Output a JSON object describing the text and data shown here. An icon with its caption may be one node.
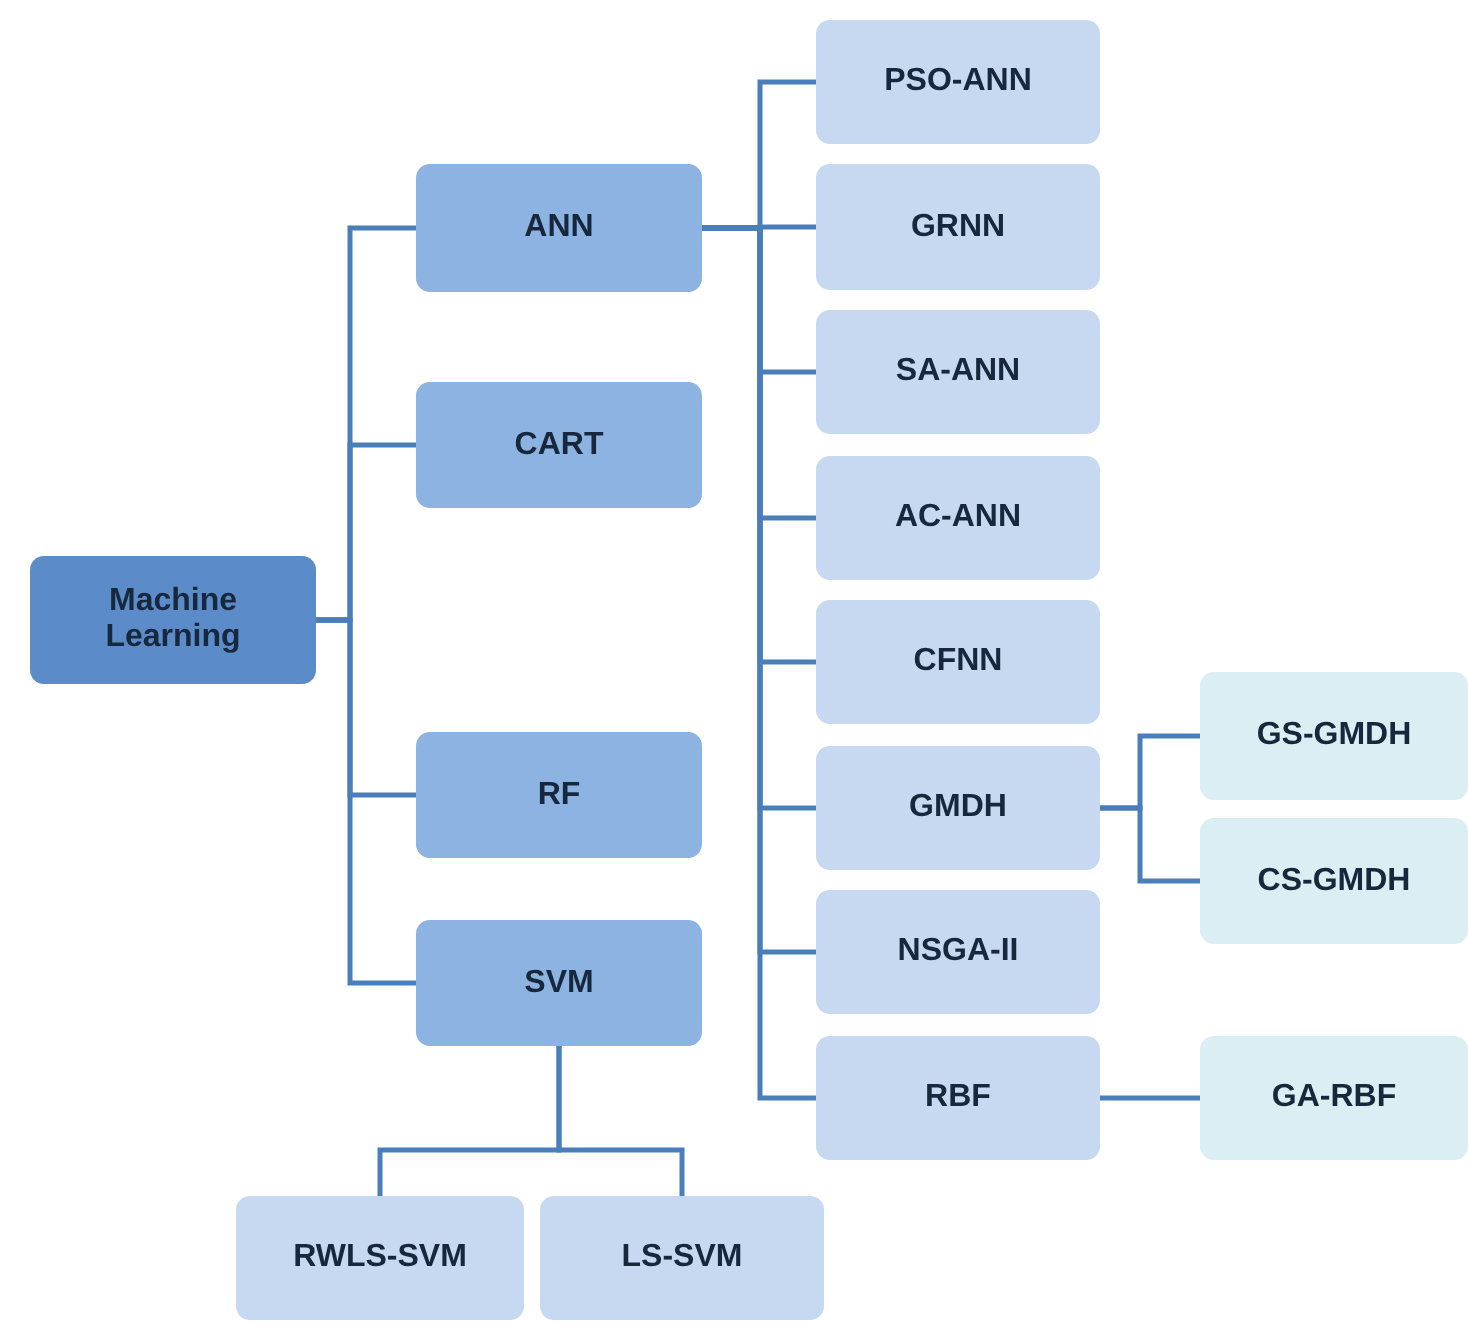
{
  "diagram": {
    "nodes": [
      {
        "text": [
          "Machine Learning"
        ]
      },
      {
        "text": [
          "ANN"
        ]
      },
      {
        "text": [
          "CART"
        ]
      },
      {
        "text": [
          "RF"
        ]
      },
      {
        "text": [
          "SVM"
        ]
      },
      {
        "text": [
          "PSO-ANN"
        ]
      },
      {
        "text": [
          "GRNN"
        ]
      },
      {
        "text": [
          "SA-ANN"
        ]
      },
      {
        "text": [
          "AC-ANN"
        ]
      },
      {
        "text": [
          "CFNN"
        ]
      },
      {
        "text": [
          "GMDH"
        ]
      },
      {
        "text": [
          "NSGA-II"
        ]
      },
      {
        "text": [
          "RBF"
        ]
      },
      {
        "text": [
          "GS-GMDH"
        ]
      },
      {
        "text": [
          "CS-GMDH"
        ]
      },
      {
        "text": [
          "GA-RBF"
        ]
      },
      {
        "text": [
          "RWLS-SVM"
        ]
      },
      {
        "text": [
          "LS-SVM"
        ]
      }
    ],
    "edges": [
      {
        "from": 0,
        "to": 1,
        "arrow": "none"
      },
      {
        "from": 0,
        "to": 2,
        "arrow": "none"
      },
      {
        "from": 0,
        "to": 3,
        "arrow": "none"
      },
      {
        "from": 0,
        "to": 4,
        "arrow": "none"
      },
      {
        "from": 1,
        "to": 5,
        "arrow": "none"
      },
      {
        "from": 1,
        "to": 6,
        "arrow": "none"
      },
      {
        "from": 1,
        "to": 7,
        "arrow": "none"
      },
      {
        "from": 1,
        "to": 8,
        "arrow": "none"
      },
      {
        "from": 1,
        "to": 9,
        "arrow": "none"
      },
      {
        "from": 1,
        "to": 10,
        "arrow": "none"
      },
      {
        "from": 1,
        "to": 11,
        "arrow": "none"
      },
      {
        "from": 1,
        "to": 12,
        "arrow": "none"
      },
      {
        "from": 10,
        "to": 13,
        "arrow": "none"
      },
      {
        "from": 10,
        "to": 14,
        "arrow": "none"
      },
      {
        "from": 12,
        "to": 15,
        "arrow": "none"
      },
      {
        "from": 4,
        "to": 16,
        "arrow": "none"
      },
      {
        "from": 4,
        "to": 17,
        "arrow": "none"
      }
    ]
  }
}
